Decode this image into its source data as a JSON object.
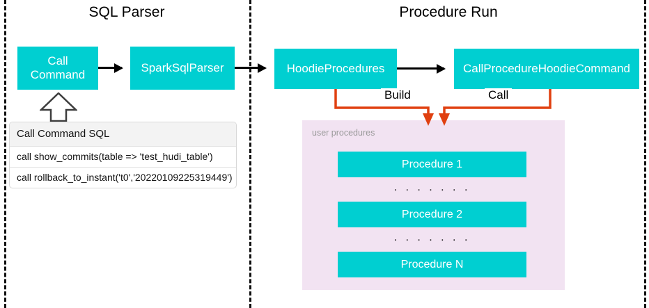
{
  "diagram": {
    "title_left": "SQL Parser",
    "title_right": "Procedure Run",
    "colors": {
      "teal_box": "#00CFD1",
      "panel_pink": "#f2e3f2",
      "connector_orange": "#E04010",
      "arrow_black": "#000000",
      "caption_gray": "#9a9a9a"
    }
  },
  "sql_parser": {
    "boxes": {
      "call_command": "Call\nCommand",
      "spark_sql_parser": "SparkSqlParser"
    },
    "sql_table": {
      "header": "Call Command SQL",
      "rows": [
        "call show_commits(table => 'test_hudi_table')",
        "call rollback_to_instant('t0','20220109225319449')"
      ]
    }
  },
  "procedure_run": {
    "boxes": {
      "hoodie_procedures": "HoodieProcedures",
      "call_procedure_hoodie_command": "CallProcedureHoodieCommand"
    },
    "connectors": {
      "build_label": "Build",
      "call_label": "Call"
    },
    "user_procedures": {
      "caption": "user procedures",
      "items": [
        "Procedure 1",
        "Procedure 2",
        "Procedure N"
      ],
      "ellipsis": ". . . . . . ."
    }
  }
}
